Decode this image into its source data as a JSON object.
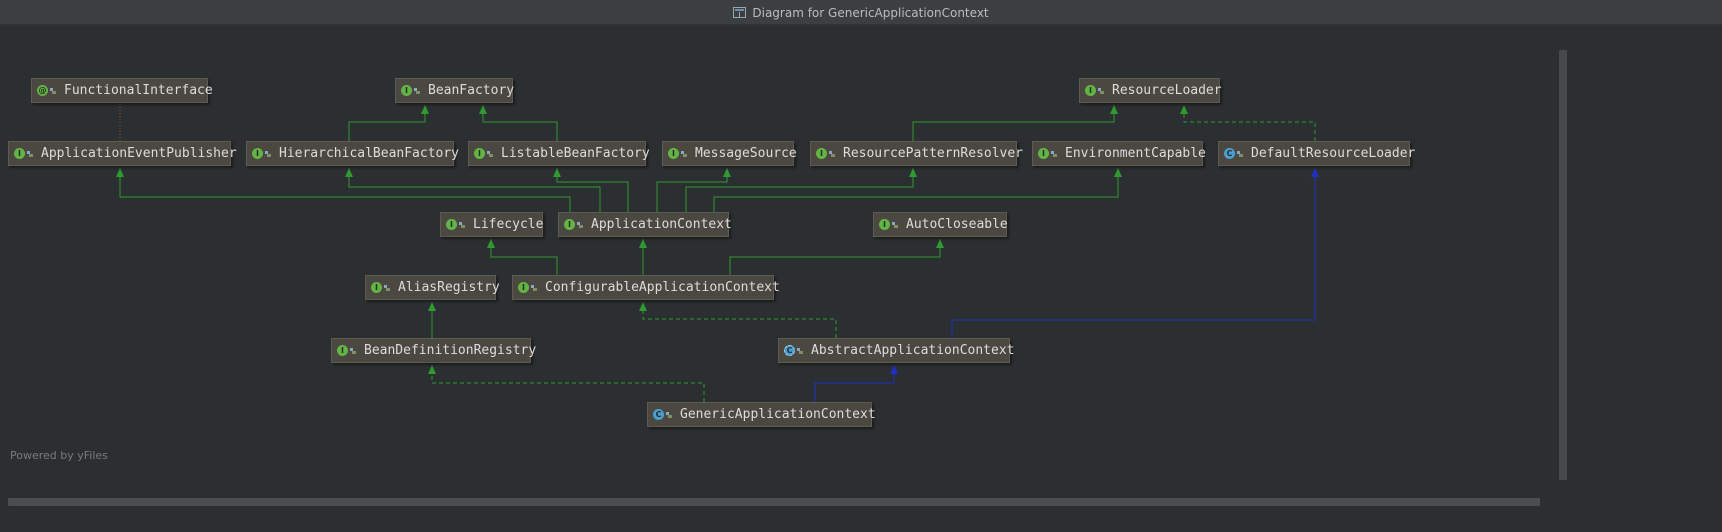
{
  "window": {
    "title": "Diagram for GenericApplicationContext",
    "title_icon": "diagram-icon"
  },
  "footer": {
    "powered_by": "Powered by yFiles"
  },
  "colors": {
    "implements_edge": "#2f9a2f",
    "extends_edge": "#1f2fc4",
    "node_fill": "#4b4842",
    "canvas": "#2b2f31"
  },
  "nodes": [
    {
      "id": "functional-interface",
      "label": "FunctionalInterface",
      "kind": "annotation"
    },
    {
      "id": "bean-factory",
      "label": "BeanFactory",
      "kind": "interface"
    },
    {
      "id": "resource-loader",
      "label": "ResourceLoader",
      "kind": "interface"
    },
    {
      "id": "application-event-publisher",
      "label": "ApplicationEventPublisher",
      "kind": "interface"
    },
    {
      "id": "hierarchical-bean-factory",
      "label": "HierarchicalBeanFactory",
      "kind": "interface"
    },
    {
      "id": "listable-bean-factory",
      "label": "ListableBeanFactory",
      "kind": "interface"
    },
    {
      "id": "message-source",
      "label": "MessageSource",
      "kind": "interface"
    },
    {
      "id": "resource-pattern-resolver",
      "label": "ResourcePatternResolver",
      "kind": "interface"
    },
    {
      "id": "environment-capable",
      "label": "EnvironmentCapable",
      "kind": "interface"
    },
    {
      "id": "default-resource-loader",
      "label": "DefaultResourceLoader",
      "kind": "class"
    },
    {
      "id": "lifecycle",
      "label": "Lifecycle",
      "kind": "interface"
    },
    {
      "id": "application-context",
      "label": "ApplicationContext",
      "kind": "interface"
    },
    {
      "id": "auto-closeable",
      "label": "AutoCloseable",
      "kind": "interface"
    },
    {
      "id": "alias-registry",
      "label": "AliasRegistry",
      "kind": "interface"
    },
    {
      "id": "configurable-application-context",
      "label": "ConfigurableApplicationContext",
      "kind": "interface"
    },
    {
      "id": "bean-definition-registry",
      "label": "BeanDefinitionRegistry",
      "kind": "interface"
    },
    {
      "id": "abstract-application-context",
      "label": "AbstractApplicationContext",
      "kind": "abstract-class"
    },
    {
      "id": "generic-application-context",
      "label": "GenericApplicationContext",
      "kind": "class"
    }
  ],
  "edges": [
    {
      "from": "application-event-publisher",
      "to": "functional-interface",
      "type": "annotated"
    },
    {
      "from": "hierarchical-bean-factory",
      "to": "bean-factory",
      "type": "extends-interface"
    },
    {
      "from": "listable-bean-factory",
      "to": "bean-factory",
      "type": "extends-interface"
    },
    {
      "from": "resource-pattern-resolver",
      "to": "resource-loader",
      "type": "extends-interface"
    },
    {
      "from": "default-resource-loader",
      "to": "resource-loader",
      "type": "implements"
    },
    {
      "from": "application-context",
      "to": "application-event-publisher",
      "type": "extends-interface"
    },
    {
      "from": "application-context",
      "to": "hierarchical-bean-factory",
      "type": "extends-interface"
    },
    {
      "from": "application-context",
      "to": "listable-bean-factory",
      "type": "extends-interface"
    },
    {
      "from": "application-context",
      "to": "message-source",
      "type": "extends-interface"
    },
    {
      "from": "application-context",
      "to": "resource-pattern-resolver",
      "type": "extends-interface"
    },
    {
      "from": "application-context",
      "to": "environment-capable",
      "type": "extends-interface"
    },
    {
      "from": "configurable-application-context",
      "to": "lifecycle",
      "type": "extends-interface"
    },
    {
      "from": "configurable-application-context",
      "to": "application-context",
      "type": "extends-interface"
    },
    {
      "from": "configurable-application-context",
      "to": "auto-closeable",
      "type": "extends-interface"
    },
    {
      "from": "bean-definition-registry",
      "to": "alias-registry",
      "type": "extends-interface"
    },
    {
      "from": "abstract-application-context",
      "to": "configurable-application-context",
      "type": "implements"
    },
    {
      "from": "abstract-application-context",
      "to": "default-resource-loader",
      "type": "extends-class"
    },
    {
      "from": "generic-application-context",
      "to": "abstract-application-context",
      "type": "extends-class"
    },
    {
      "from": "generic-application-context",
      "to": "bean-definition-registry",
      "type": "implements"
    }
  ]
}
